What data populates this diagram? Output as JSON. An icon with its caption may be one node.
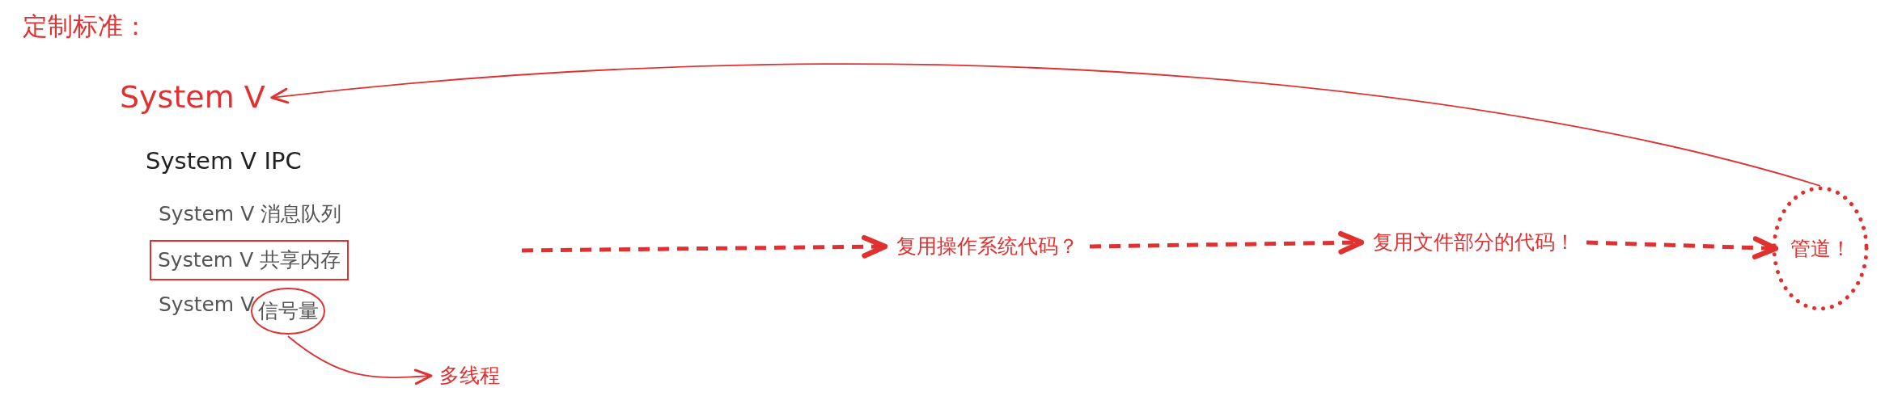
{
  "diagram": {
    "title": "定制标准：",
    "nodes": [
      {
        "text": [
          "System V"
        ]
      },
      {
        "text": [
          "System V 共享内存"
        ]
      },
      {
        "text": [
          "信号量"
        ]
      },
      {
        "text": [
          "复用操作系统代码？"
        ]
      },
      {
        "text": [
          "复用文件部分的代码！"
        ]
      },
      {
        "text": [
          "管道！"
        ]
      },
      {
        "text": [
          "多线程"
        ]
      }
    ],
    "edges": [
      {
        "from": null,
        "to": 3,
        "arrow": "to",
        "style": "dashed"
      },
      {
        "from": 3,
        "to": 4,
        "arrow": "to",
        "style": "dashed"
      },
      {
        "from": 4,
        "to": 5,
        "arrow": "to",
        "style": "dashed"
      },
      {
        "from": 5,
        "to": 0,
        "arrow": "to"
      },
      {
        "from": 2,
        "to": 6,
        "arrow": "to"
      }
    ],
    "labels": [
      "System V IPC",
      "System V 消息队列",
      "System V"
    ]
  }
}
